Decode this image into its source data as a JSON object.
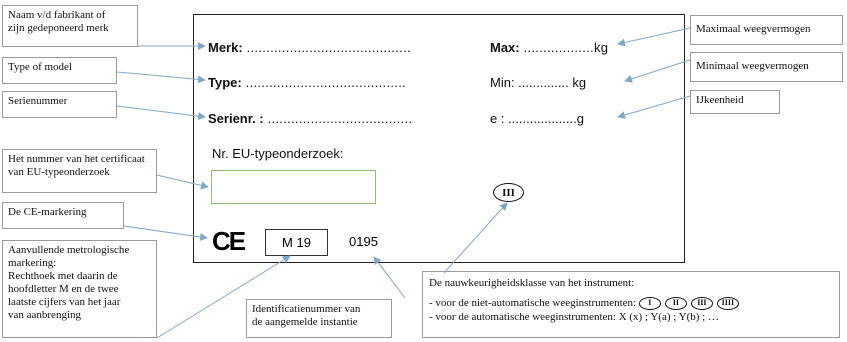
{
  "callouts": {
    "manufacturer": "Naam v/d fabrikant of\nzijn gedeponeerd merk",
    "model_type": "Type of model",
    "serial_number": "Serienummer",
    "certificate_number": "Het nummer van het certificaat\nvan EU-typeonderzoek",
    "ce_marking": "De CE-markering",
    "metrological_marking": "Aanvullende metrologische\nmarkering:\nRechthoek met daarin de\nhoofdletter M en de twee\nlaatste cijfers van het jaar\nvan aanbrenging",
    "notified_body_id": "Identificatienummer van\nde aangemelde instantie",
    "max_capacity": "Maximaal weegvermogen",
    "min_capacity": "Minimaal weegvermogen",
    "verification_interval": "IJkeenheid"
  },
  "plate": {
    "merk_label": "Merk:",
    "merk_dots": " ..........................................",
    "type_label": "Type:",
    "type_dots": " .........................................",
    "serienr_label": "Serienr. :",
    "serienr_dots": " .....................................",
    "max_label": "Max:",
    "max_value": " ..................kg",
    "min_text": "Min: .............. kg",
    "e_text": "e : ...................g",
    "eu_label": "Nr. EU-typeonderzoek:",
    "ce_mark": "CE",
    "m_mark": "M 19",
    "notified_body_number": "0195",
    "accuracy_class_symbol": "III"
  },
  "accuracy_box": {
    "title": "De nauwkeurigheidsklasse van het instrument:",
    "non_automatic_text": "- voor de niet-automatische weeginstrumenten:",
    "non_automatic_classes": [
      "I",
      "II",
      "III",
      "IIII"
    ],
    "automatic_text": "- voor de automatische weeginstrumenten: X (x) ; Y(a) ; Y(b) ; …"
  },
  "colors": {
    "arrow": "#7fa8cf",
    "eu_box_border": "#8cc06e",
    "plate_border": "#222222",
    "callout_border": "#9a9a9a"
  }
}
